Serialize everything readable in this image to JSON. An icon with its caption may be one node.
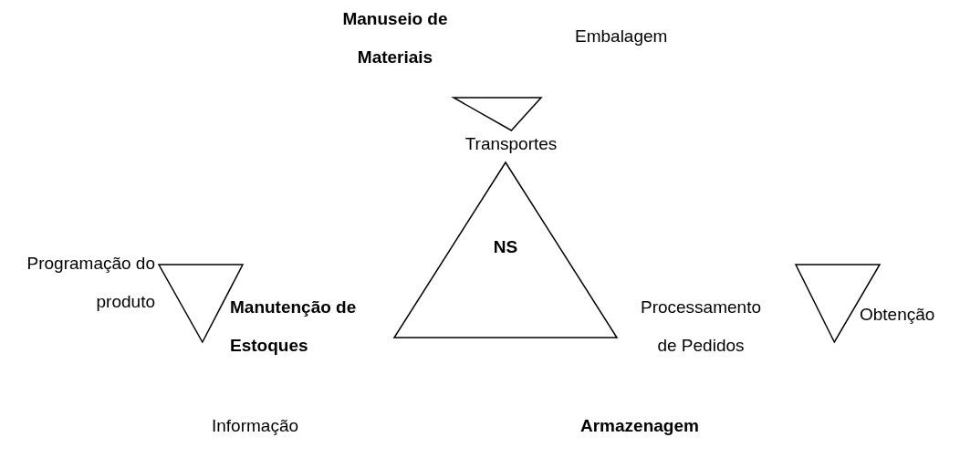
{
  "diagram": {
    "nodes": [
      {
        "text": [
          "NS"
        ]
      },
      {
        "text": [],
        "shape": "triangle"
      },
      {
        "text": [],
        "shape": "triangle"
      },
      {
        "text": [],
        "shape": "triangle"
      }
    ],
    "labels": [
      "Manuseio de Materiais",
      "Embalagem",
      "Transportes",
      "Programação do produto",
      "Manutenção de Estoques",
      "Processamento de Pedidos",
      "Obtenção",
      "Informação",
      "Armazenagem"
    ]
  }
}
